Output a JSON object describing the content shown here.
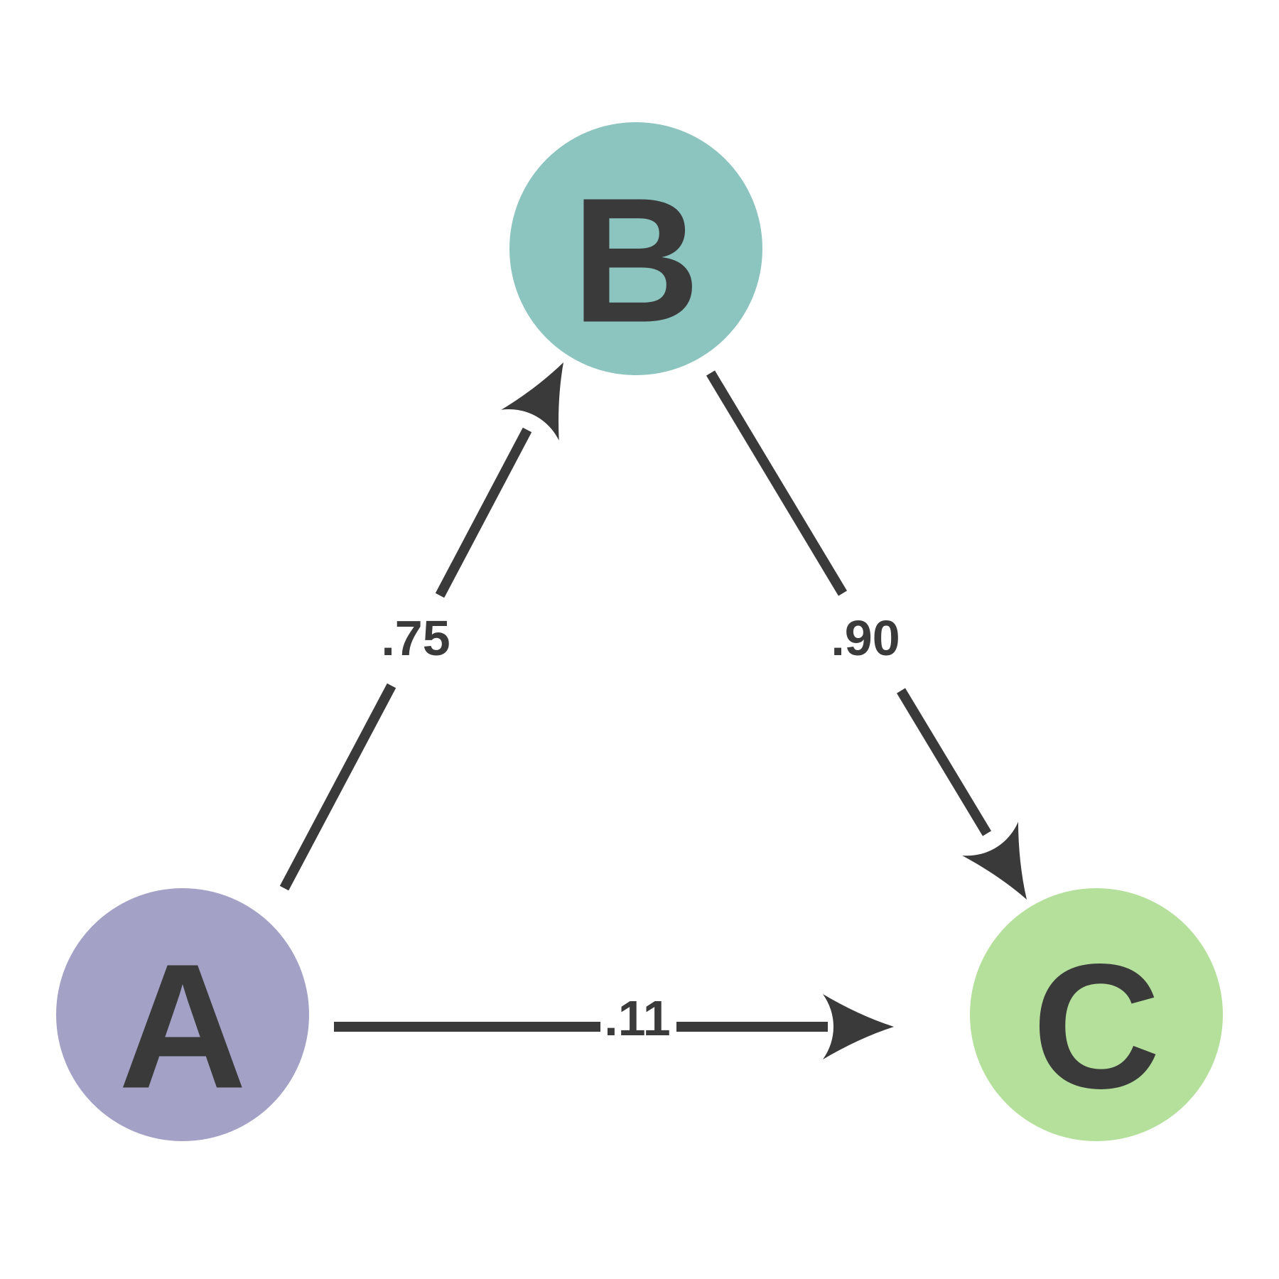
{
  "diagram": {
    "type": "directed-graph",
    "background_color": "#ffffff",
    "ink_color": "#3a3a3a",
    "nodes": [
      {
        "id": "A",
        "label": "A",
        "color": "#a3a1c6",
        "position": "bottom-left"
      },
      {
        "id": "B",
        "label": "B",
        "color": "#8cc4c0",
        "position": "top-center"
      },
      {
        "id": "C",
        "label": "C",
        "color": "#b4e09b",
        "position": "bottom-right"
      }
    ],
    "edges": [
      {
        "from": "A",
        "to": "B",
        "label": ".75"
      },
      {
        "from": "B",
        "to": "C",
        "label": ".90"
      },
      {
        "from": "A",
        "to": "C",
        "label": ".11"
      }
    ]
  }
}
